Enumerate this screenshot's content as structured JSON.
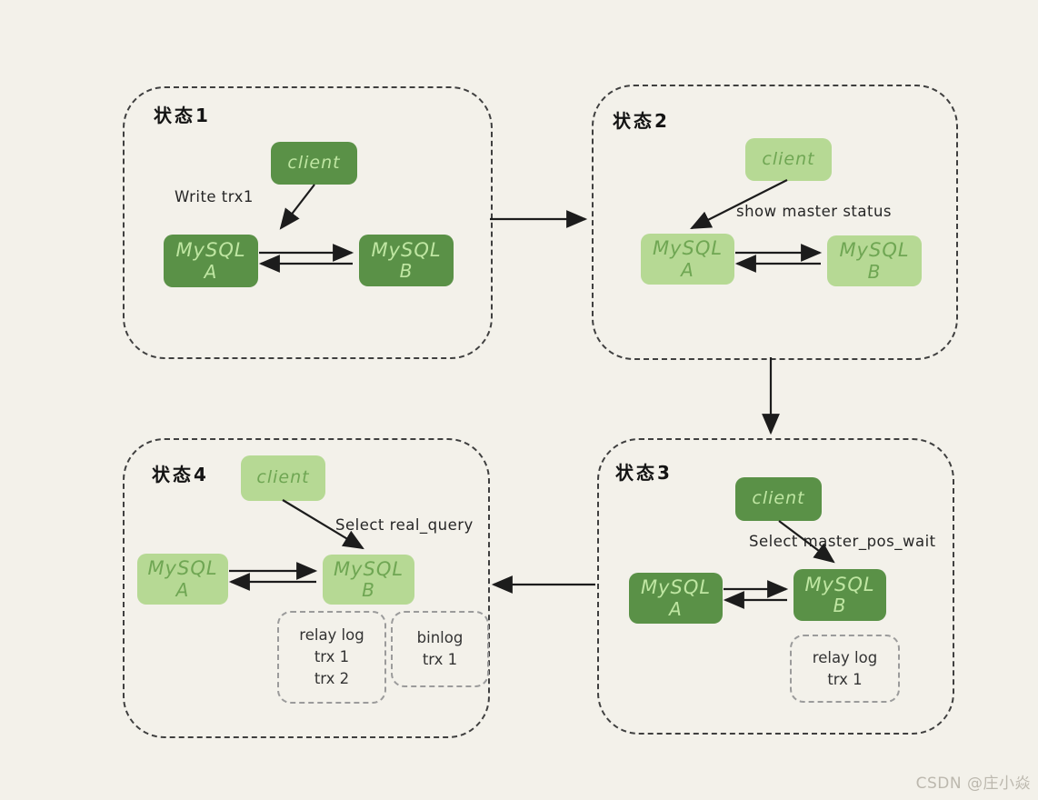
{
  "colors": {
    "background": "#f3f1ea",
    "dark_green_fill": "#5a9147",
    "light_green_fill": "#b6d994",
    "dark_box_text": "#bfe6a2",
    "light_box_text": "#6fa653",
    "arrow_ink": "#1c1c1c",
    "container_border": "#3f3f3f",
    "logbox_border": "#9b9b9b",
    "watermark_color": "#bcb8ae"
  },
  "watermark": "CSDN @庄小焱",
  "states": [
    {
      "label": "状态1",
      "theme": "dark",
      "client": "client",
      "action": "Write trx1",
      "node_a": {
        "name": "MySQL",
        "letter": "A"
      },
      "node_b": {
        "name": "MySQL",
        "letter": "B"
      },
      "logs": []
    },
    {
      "label": "状态2",
      "theme": "light",
      "client": "client",
      "action": "show master status",
      "node_a": {
        "name": "MySQL",
        "letter": "A"
      },
      "node_b": {
        "name": "MySQL",
        "letter": "B"
      },
      "logs": []
    },
    {
      "label": "状态3",
      "theme": "dark",
      "client": "client",
      "action": "Select master_pos_wait",
      "node_a": {
        "name": "MySQL",
        "letter": "A"
      },
      "node_b": {
        "name": "MySQL",
        "letter": "B"
      },
      "logs": [
        [
          "relay log",
          "trx 1"
        ]
      ]
    },
    {
      "label": "状态4",
      "theme": "light",
      "client": "client",
      "action": "Select real_query",
      "node_a": {
        "name": "MySQL",
        "letter": "A"
      },
      "node_b": {
        "name": "MySQL",
        "letter": "B"
      },
      "logs": [
        [
          "relay log",
          "trx 1",
          "trx 2"
        ],
        [
          "binlog",
          "trx 1"
        ]
      ]
    }
  ]
}
